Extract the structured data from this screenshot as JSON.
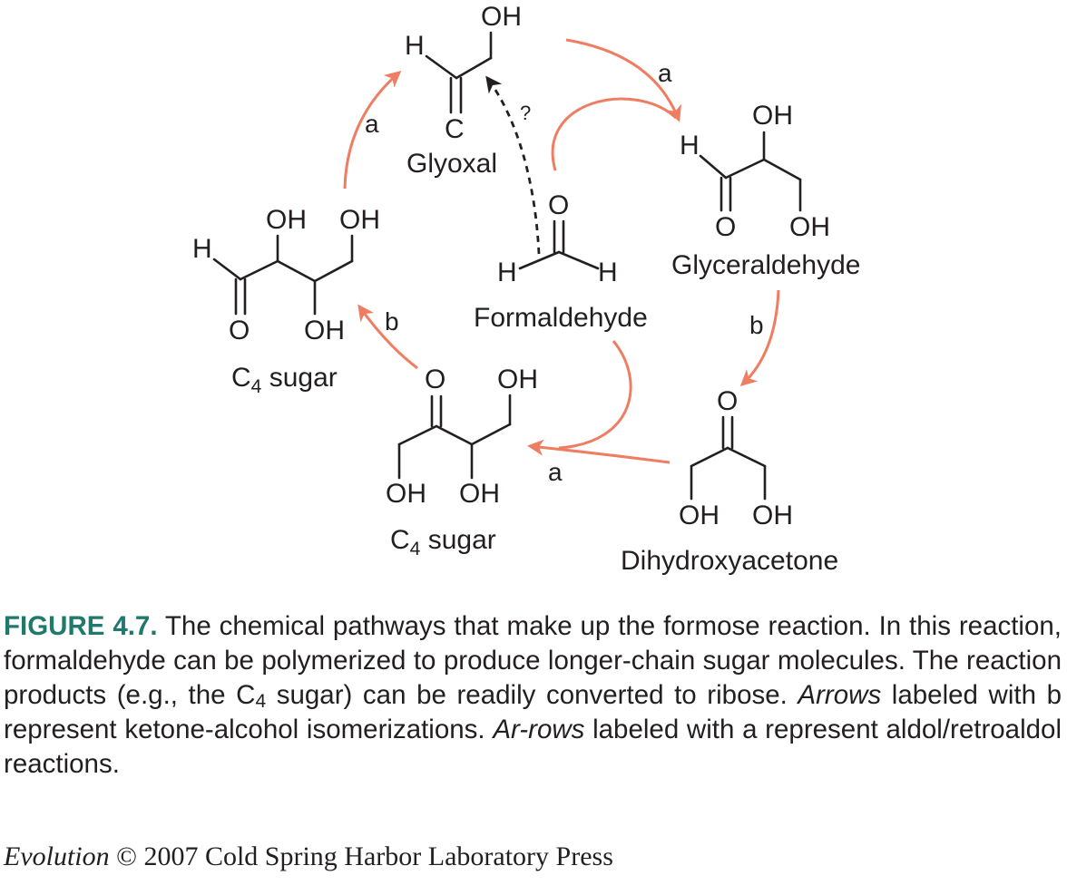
{
  "atoms": {
    "O": "O",
    "H": "H",
    "C": "C",
    "OH": "OH"
  },
  "question_mark": "?",
  "compounds": {
    "glyoxal": "Glyoxal",
    "glyceraldehyde": "Glyceraldehyde",
    "formaldehyde": "Formaldehyde",
    "dihydroxyacetone": "Dihydroxyacetone",
    "c4_sugar_main": "C",
    "c4_sugar_sub": "4",
    "c4_sugar_rest": " sugar"
  },
  "arrow_labels": {
    "a": "a",
    "b": "b"
  },
  "caption": {
    "figure_number": "FIGURE 4.7.",
    "part1": " The chemical pathways that make up the formose reaction. In this reaction, formaldehyde can be polymerized to produce longer-chain sugar molecules. The reaction products (e.g., the C",
    "sub": "4",
    "part2": " sugar) can be readily converted to ribose. ",
    "italic1": "Arrows",
    "part3": " labeled with b represent ketone-alcohol isomerizations. ",
    "italic2": "Ar-rows",
    "part4": " labeled with a represent aldol/retroaldol reactions."
  },
  "credit": {
    "italic": "Evolution",
    "rest": " © 2007 Cold Spring Harbor Laboratory Press"
  },
  "colors": {
    "reaction_arrow": "#ef7d62",
    "figure_label": "#1f7a6c",
    "text": "#231f20"
  }
}
